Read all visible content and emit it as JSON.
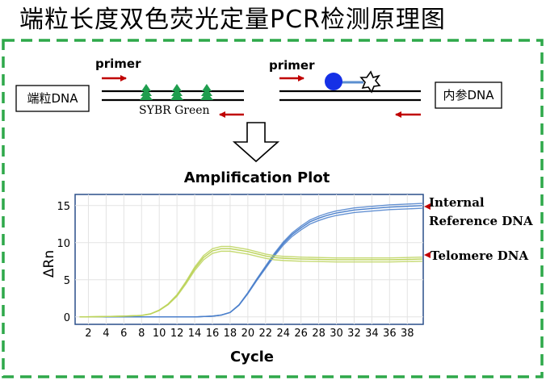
{
  "title": "端粒长度双色荧光定量PCR检测原理图",
  "schematic": {
    "primer_label_left": "primer",
    "primer_label_right": "primer",
    "left_box_label": "端粒DNA",
    "right_box_label": "内参DNA",
    "sybr_label": "SYBR Green"
  },
  "chart_data": {
    "type": "line",
    "title": "Amplification Plot",
    "xlabel": "Cycle",
    "ylabel": "ΔRn",
    "xlim": [
      0.5,
      39.8
    ],
    "ylim": [
      -1,
      16.5
    ],
    "xticks": [
      2,
      4,
      6,
      8,
      10,
      12,
      14,
      16,
      18,
      20,
      22,
      24,
      26,
      28,
      30,
      32,
      34,
      36,
      38
    ],
    "yticks": [
      0,
      5,
      10,
      15
    ],
    "grid": true,
    "series": [
      {
        "name": "Internal Reference DNA",
        "color": "#4a7fcb",
        "x": [
          1,
          4,
          8,
          12,
          14,
          16,
          17,
          18,
          19,
          20,
          21,
          22,
          23,
          24,
          25,
          26,
          27,
          28,
          29,
          30,
          32,
          34,
          36,
          38,
          39.7
        ],
        "y": [
          0,
          0,
          0,
          0,
          0,
          0.1,
          0.25,
          0.6,
          1.6,
          3.2,
          5.0,
          6.7,
          8.4,
          9.9,
          11.1,
          12.0,
          12.8,
          13.3,
          13.7,
          14.0,
          14.4,
          14.6,
          14.8,
          14.9,
          15.0
        ]
      },
      {
        "name": "Telomere DNA",
        "color": "#bcd35a",
        "x": [
          1,
          4,
          6,
          8,
          9,
          10,
          11,
          12,
          13,
          14,
          15,
          16,
          17,
          18,
          19,
          20,
          21,
          22,
          23,
          24,
          26,
          28,
          30,
          32,
          34,
          36,
          38,
          39.7
        ],
        "y": [
          0,
          0.05,
          0.1,
          0.2,
          0.4,
          0.9,
          1.7,
          2.9,
          4.6,
          6.5,
          8.0,
          8.9,
          9.2,
          9.2,
          9.0,
          8.8,
          8.5,
          8.2,
          8.0,
          7.9,
          7.8,
          7.75,
          7.7,
          7.7,
          7.7,
          7.7,
          7.75,
          7.8
        ]
      }
    ],
    "annotations": {
      "internal_line1": "Internal",
      "internal_line2": "Reference DNA",
      "telomere": "Telomere DNA"
    }
  }
}
